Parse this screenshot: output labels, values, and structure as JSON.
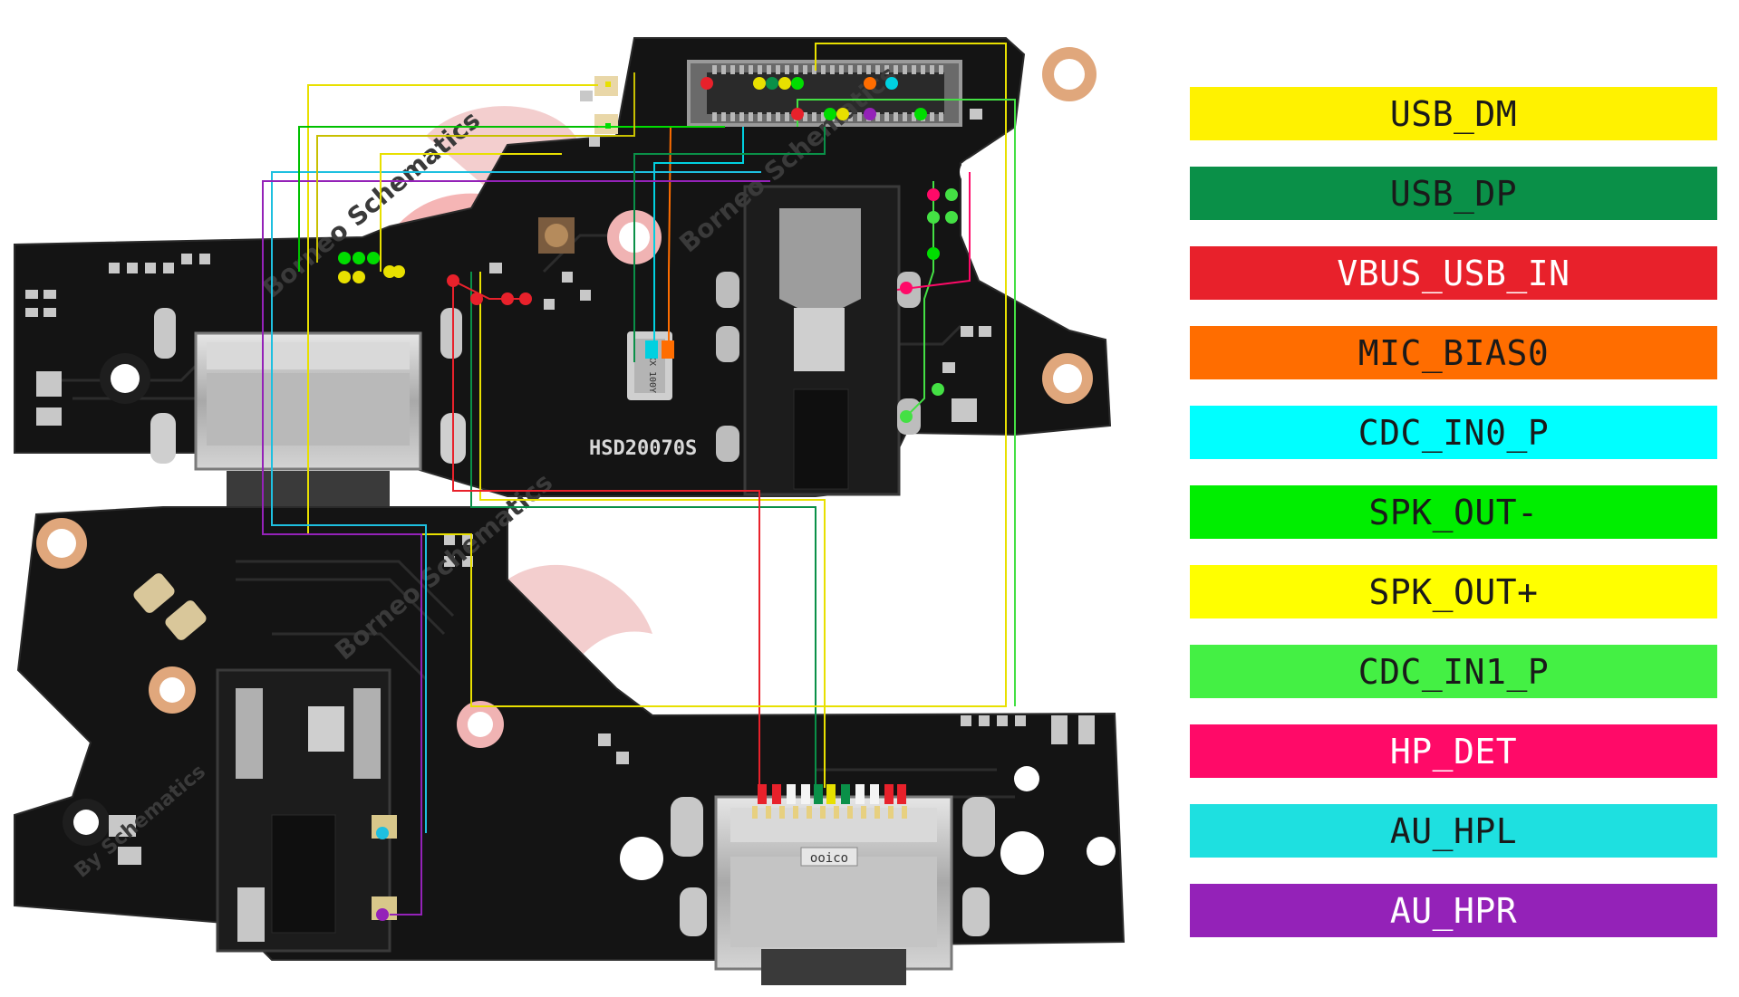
{
  "board": {
    "silkscreen": "HSD20070S",
    "mic_marking": "XXX 100Y",
    "usb_logo": "ooico",
    "watermark_brand": "Borneo Schematics",
    "watermark_sub": "By Schematics"
  },
  "legend": [
    {
      "label": "USB_DM",
      "color": "#fff200",
      "text_color": "#1a1a1a"
    },
    {
      "label": "USB_DP",
      "color": "#0a9048",
      "text_color": "#1a1a1a"
    },
    {
      "label": "VBUS_USB_IN",
      "color": "#e8212b",
      "text_color": "#ffffff"
    },
    {
      "label": "MIC_BIAS0",
      "color": "#ff6d00",
      "text_color": "#1a1a1a"
    },
    {
      "label": "CDC_IN0_P",
      "color": "#00ffff",
      "text_color": "#1a1a1a"
    },
    {
      "label": "SPK_OUT-",
      "color": "#00ee00",
      "text_color": "#1a1a1a"
    },
    {
      "label": "SPK_OUT+",
      "color": "#ffff00",
      "text_color": "#1a1a1a"
    },
    {
      "label": "CDC_IN1_P",
      "color": "#44f044",
      "text_color": "#1a1a1a"
    },
    {
      "label": "HP_DET",
      "color": "#ff0a68",
      "text_color": "#ffffff"
    },
    {
      "label": "AU_HPL",
      "color": "#1ee0e0",
      "text_color": "#1a1a1a"
    },
    {
      "label": "AU_HPR",
      "color": "#9422b8",
      "text_color": "#ffffff"
    }
  ]
}
